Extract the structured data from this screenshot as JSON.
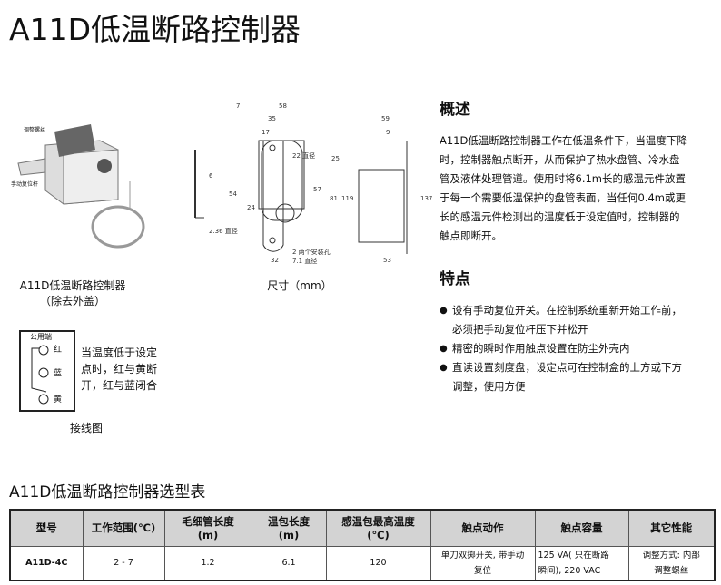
{
  "title": "A11D低温断路控制器",
  "photo": {
    "label_screw": "调整螺丝",
    "label_reset": "手动复位杆",
    "caption_line1": "A11D低温断路控制器",
    "caption_line2": "（除去外盖）"
  },
  "dimensions": {
    "caption": "尺寸（mm）",
    "labels": [
      "7",
      "58",
      "35",
      "17",
      "59",
      "9",
      "6",
      "54",
      "24",
      "2.36 直径",
      "22 直径",
      "25",
      "57",
      "81",
      "119",
      "137",
      "2 两个安装孔",
      "7.1 直径",
      "32",
      "53"
    ]
  },
  "wiring": {
    "common": "公用端",
    "red": "红",
    "blue": "蓝",
    "yellow": "黄",
    "caption": "接线图",
    "desc": [
      "当温度低于设定",
      "点时，红与黄断",
      "开，红与蓝闭合"
    ]
  },
  "overview": {
    "heading": "概述",
    "lines": [
      "A11D低温断路控制器工作在低温条件下，当温度下降",
      "时，控制器触点断开，从而保护了热水盘管、冷水盘",
      "管及液体处理管道。使用时将6.1m长的感温元件放置",
      "于每一个需要低温保护的盘管表面，当任何0.4m或更",
      "长的感温元件检测出的温度低于设定值时，控制器的",
      "触点即断开。"
    ]
  },
  "features": {
    "heading": "特点",
    "items": [
      [
        "设有手动复位开关。在控制系统重新开始工作前，",
        "必须把手动复位杆压下并松开"
      ],
      [
        "精密的瞬时作用触点设置在防尘外壳内"
      ],
      [
        "直读设置刻度盘，设定点可在控制盒的上方或下方",
        "调整，使用方便"
      ]
    ]
  },
  "table": {
    "title": "A11D低温断路控制器选型表",
    "headers": [
      [
        "型号"
      ],
      [
        "工作范围(℃)"
      ],
      [
        "毛细管长度",
        "(m)"
      ],
      [
        "温包长度",
        "(m)"
      ],
      [
        "感温包最高温度",
        "(℃)"
      ],
      [
        "触点动作"
      ],
      [
        "触点容量"
      ],
      [
        "其它性能"
      ]
    ],
    "rows": [
      [
        [
          "A11D-4C"
        ],
        [
          "2 - 7"
        ],
        [
          "1.2"
        ],
        [
          "6.1"
        ],
        [
          "120"
        ],
        [
          "单刀双掷开关, 带手动",
          "复位"
        ],
        [
          "125 VA( 只在断路",
          "瞬间), 220 VAC"
        ],
        [
          "调整方式: 内部",
          "调整螺丝"
        ]
      ]
    ]
  }
}
